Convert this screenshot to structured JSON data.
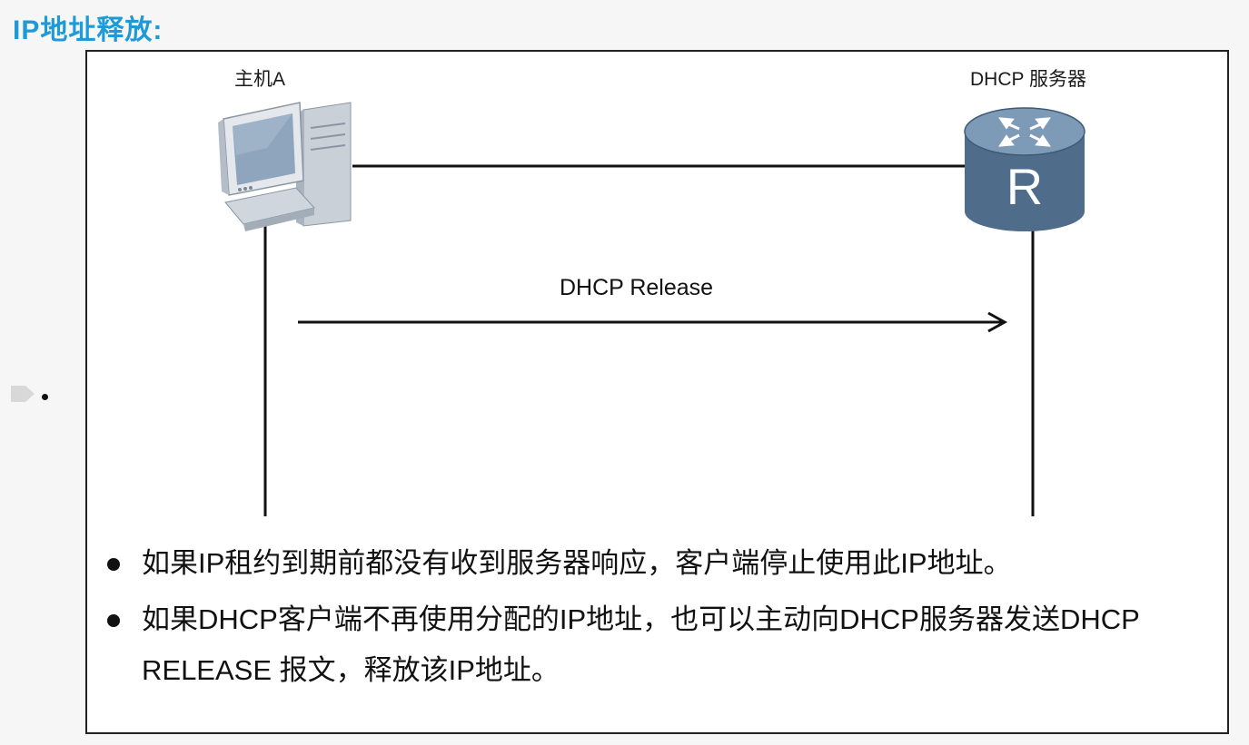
{
  "page": {
    "title": "IP地址释放:"
  },
  "diagram": {
    "host": {
      "label": "主机A",
      "icon": "computer-icon"
    },
    "server": {
      "label": "DHCP 服务器",
      "icon": "router-icon",
      "router_letter": "R"
    },
    "message": {
      "label": "DHCP Release",
      "direction": "host-to-server"
    }
  },
  "bullets": [
    "如果IP租约到期前都没有收到服务器响应，客户端停止使用此IP地址。",
    "如果DHCP客户端不再使用分配的IP地址，也可以主动向DHCP服务器发送DHCP RELEASE 报文，释放该IP地址。"
  ],
  "colors": {
    "title": "#1e9ad6",
    "router_body": "#4f6d8b",
    "router_top": "#7d9bb6",
    "computer_body": "#dfe4ea",
    "computer_screen": "#8ea5bd"
  }
}
